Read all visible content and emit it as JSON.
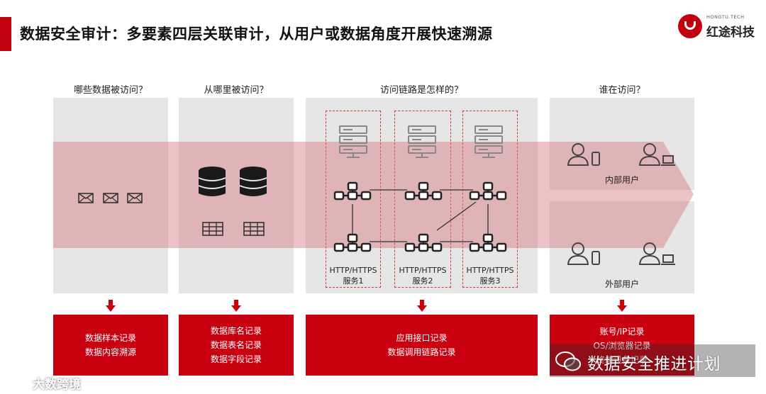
{
  "title": "数据安全审计：多要素四层关联审计，从用户或数据角度开展快速溯源",
  "logo": {
    "en": "HONGTU.TECH",
    "cn": "红途科技"
  },
  "columns": [
    {
      "question": "哪些数据被访问？",
      "result_lines": [
        "数据样本记录",
        "数据内容溯源"
      ]
    },
    {
      "question": "从哪里被访问？",
      "result_lines": [
        "数据库名记录",
        "数据表名记录",
        "数据字段记录"
      ]
    },
    {
      "question": "访问链路是怎样的？",
      "result_lines": [
        "应用接口记录",
        "数据调用链路记录"
      ]
    },
    {
      "question": "谁在访问？",
      "result_lines": [
        "账号/IP记录",
        "OS/浏览器记录",
        "终端设备记录"
      ]
    }
  ],
  "services": [
    {
      "protocol": "HTTP/HTTPS",
      "name": "服务1"
    },
    {
      "protocol": "HTTP/HTTPS",
      "name": "服务2"
    },
    {
      "protocol": "HTTP/HTTPS",
      "name": "服务3"
    }
  ],
  "user_groups": {
    "internal": "内部用户",
    "external": "外部用户"
  },
  "watermarks": {
    "right": "数据安全推进计划",
    "left": "大数跨境"
  },
  "colors": {
    "accent": "#c80010",
    "panel": "#e6e6e6",
    "band": "rgba(215,120,125,0.45)"
  }
}
